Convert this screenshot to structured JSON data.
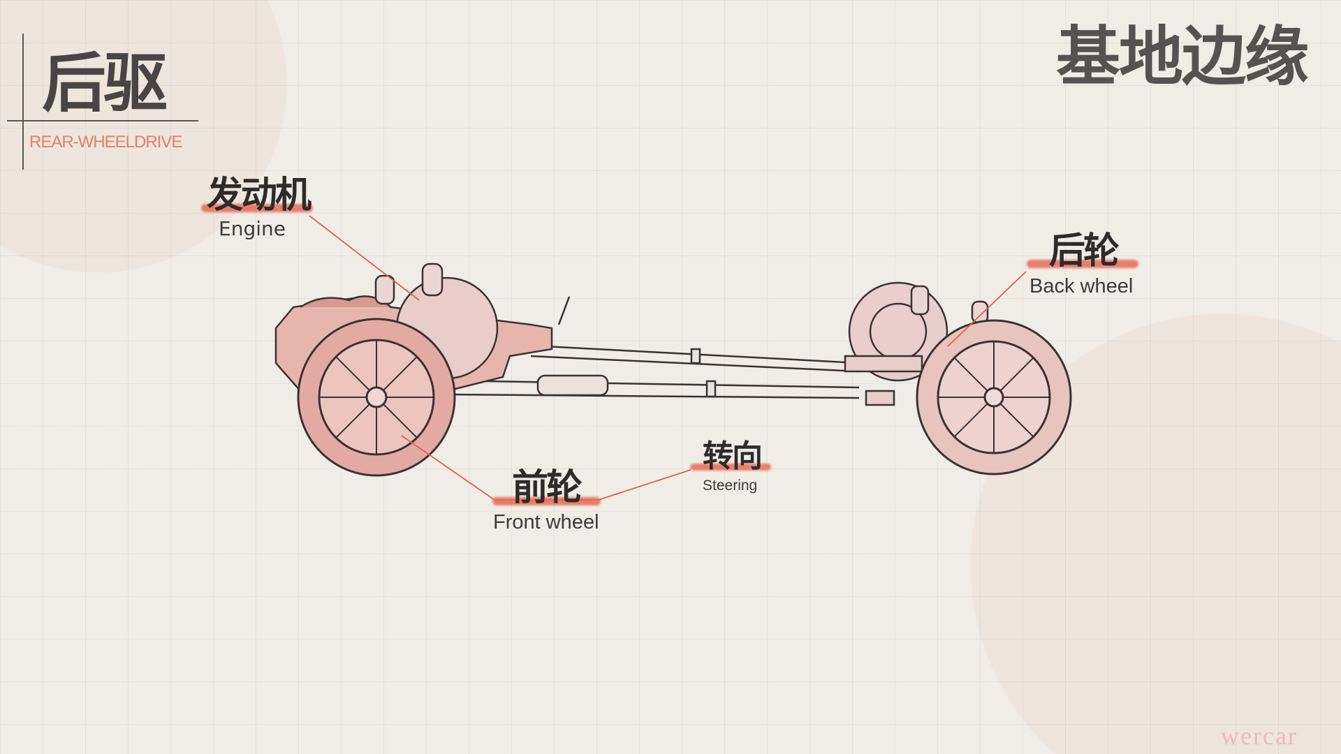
{
  "title": {
    "zh": "后驱",
    "en": "REAR-WHEELDRIVE"
  },
  "brand": "基地边缘",
  "labels": {
    "engine": {
      "zh": "发动机",
      "en": "Engine"
    },
    "back_wheel": {
      "zh": "后轮",
      "en": "Back wheel"
    },
    "front_wheel": {
      "zh": "前轮",
      "en": "Front wheel"
    },
    "steering": {
      "zh": "转向",
      "en": "Steering"
    }
  },
  "watermark": "wercar",
  "colors": {
    "accent": "#e66a55",
    "text": "#4a4545",
    "background": "#efede6"
  }
}
